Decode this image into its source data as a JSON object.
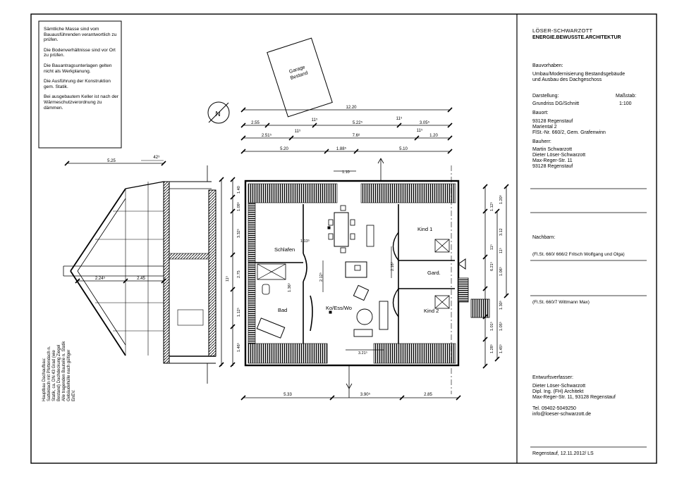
{
  "notes": [
    "Sämtliche Masse sind vom Bauausführenden verantwortlich zu prüfen.",
    "Die Bodenverhältnisse sind vor Ort zu prüfen.",
    "Die Bauantragsunterlagen gelten nicht als Werkplanung.",
    "Die Ausführung der Konstruktion gem. Statik.",
    "Bei ausgebautem Keller ist nach der Wärmeschutzverordnung zu dämmen."
  ],
  "north_symbol": "N",
  "garage_label": [
    "Garage",
    "Bestand"
  ],
  "rooms": {
    "schlafen": "Schlafen",
    "bad": "Bad",
    "ko_ess_wo": "Ko/Ess/Wo",
    "kind1": "Kind 1",
    "kind2": "Kind 2",
    "gard": "Gard."
  },
  "dims": {
    "top_total": "12.20",
    "d_2_55": "2.55",
    "d_11a": "11⁵",
    "d_5_22": "5.22⁵",
    "d_11b": "11⁵",
    "d_3_05": "3.05⁵",
    "d_2_51": "2.51⁵",
    "d_11c": "11⁵",
    "d_7_68": "7.6⁸",
    "d_11d": "11⁵",
    "d_1_20": "1.20",
    "d_5_20": "5.20",
    "d_1_88": "1.88⁵",
    "d_5_10": "5.10",
    "d_1_10": "1.10",
    "d_5_25": "5.25",
    "d_42": "42⁵",
    "d_2_24": "2.24⁵",
    "d_2_45": "2.45",
    "d_1_13": "1.13⁵",
    "d_2_12": "2.12⁵",
    "d_2_16": "2.16⁵",
    "d_3_21": "3.21⁵",
    "b_5_33": "5.33",
    "b_3_90": "3.90⁵",
    "b_2_85": "2.85",
    "l_1_40": "1.40",
    "l_1_09": "1.09⁵",
    "l_3_32": "3.32⁵",
    "l_2_75": "2.75",
    "l_1_12": "1.12⁵",
    "l_1_46": "1.46⁵",
    "l_11": "11⁵",
    "l_1_30": "1.30⁵",
    "r_1_20": "1.20⁵",
    "r_1_12": "1.12⁵",
    "r_3_12": "3.12",
    "r_6_21": "6.21⁵",
    "r_1_06": "1.06⁵",
    "r_1_36": "1.36⁵",
    "r_1_01": "1.01⁵",
    "r_1_28": "1.28⁵",
    "r_1_05": "1.05⁵",
    "r_1_45": "1.45⁵",
    "r_11a": "11⁵",
    "r_11b": "11⁵"
  },
  "section_note": "Hauptbau Dachaufbau: Satteldach mit Pfettendach n. Statik, ca. DN 43 Grad (wie Bestand) Dachdeckung Ziegel Alle tragenden Bauteile n. Statik Gebäudehülle nach gültiger EnEV.",
  "title_block": {
    "firm": "LÖSER-SCHWARZOTT",
    "firm_sub": "ENERGIE.BEWUSSTE.ARCHITEKTUR",
    "bauvorhaben_label": "Bauvorhaben:",
    "bauvorhaben": "Umbau/Modernisierung Bestandsgebäude\nund Ausbau des Dachgeschoss",
    "darstellung_label": "Darstellung:",
    "massstab_label": "Maßstab:",
    "darstellung": "Grundriss DG/Schnitt",
    "massstab": "1:100",
    "bauort_label": "Bauort:",
    "bauort": "93128 Regenstauf\nMariental 2\nFlSt.-Nr. 660/2, Gem. Grafenwinn",
    "bauherr_label": "Bauherr:",
    "bauherr": "Martin Schwarzott\nDieter Löser-Schwarzott\nMax-Reger-Str. 11\n93128 Regenstauf",
    "nachbarn_label": "Nachbarn:",
    "nachbar1": "(Fl.St. 660/ 666/2 Fritsch Wolfgang und Olga)",
    "nachbar2": "(Fl.St. 660/7 Wittmann Max)",
    "entwurf_label": "Entwurfsverfasser:",
    "entwurf": "Dieter Löser-Schwarzott\nDipl. Ing. (FH) Architekt\nMax-Reger-Str. 11, 93128 Regenstauf",
    "contact": "Tel. 09402-5049250\ninfo@loeser-schwarzott.de",
    "date_line": "Regenstauf, 12.11.2012/ LS"
  },
  "colors": {
    "ink": "#000000",
    "paper": "#ffffff"
  }
}
